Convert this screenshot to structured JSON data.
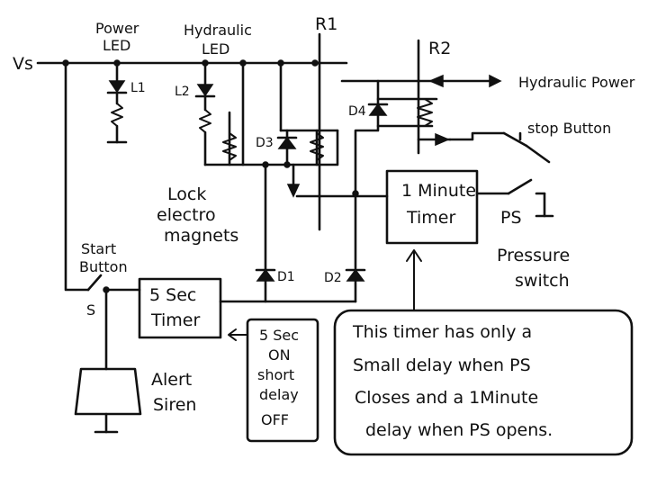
{
  "labels": {
    "vs": "Vs",
    "power_led_1": "Power",
    "power_led_2": "LED",
    "hydraulic_led_1": "Hydraulic",
    "hydraulic_led_2": "LED",
    "r1": "R1",
    "r2": "R2",
    "l1": "L1",
    "l2": "L2",
    "d3": "D3",
    "d4": "D4",
    "d1": "D1",
    "d2": "D2",
    "hydraulic_power": "Hydraulic Power",
    "stop_button": "stop Button",
    "lock_1": "Lock",
    "lock_2": "electro",
    "lock_3": "magnets",
    "one_minute_timer_1": "1 Minute",
    "one_minute_timer_2": "Timer",
    "ps": "PS",
    "pressure_1": "Pressure",
    "pressure_2": "switch",
    "start_button_1": "Start",
    "start_button_2": "Button",
    "s": "S",
    "five_sec_timer_1": "5 Sec",
    "five_sec_timer_2": "Timer",
    "alert_1": "Alert",
    "alert_2": "Siren",
    "five_sec_note": [
      "5 Sec",
      "ON",
      "short",
      "delay",
      "OFF"
    ],
    "timer_note": [
      "This timer has only a",
      "Small delay when PS",
      "Closes and a 1Minute",
      "delay when PS opens."
    ]
  }
}
